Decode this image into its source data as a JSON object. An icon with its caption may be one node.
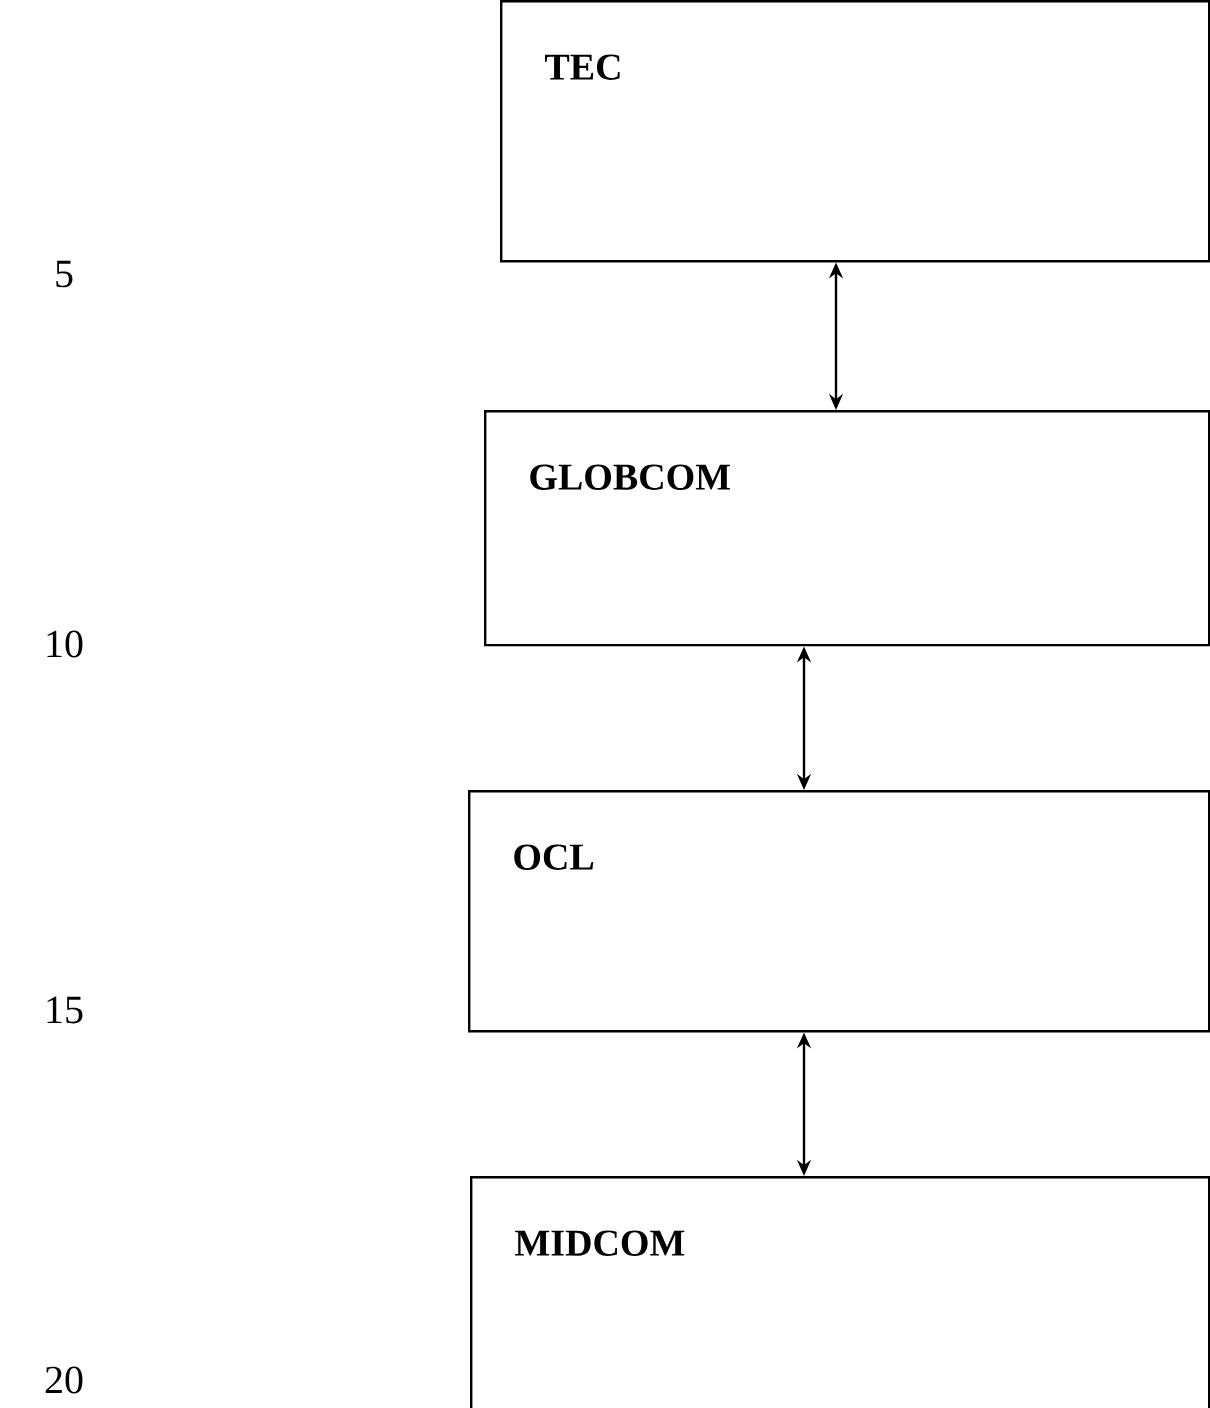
{
  "diagram": {
    "nodes": [
      {
        "text": [
          "TEC"
        ]
      },
      {
        "text": [
          "GLOBCOM"
        ]
      },
      {
        "text": [
          "OCL"
        ]
      },
      {
        "text": [
          "MIDCOM"
        ]
      }
    ],
    "edges": [
      {
        "from": 0,
        "to": 1,
        "arrow": "both"
      },
      {
        "from": 1,
        "to": 2,
        "arrow": "both"
      },
      {
        "from": 2,
        "to": 3,
        "arrow": "both"
      }
    ],
    "labels": [
      "5",
      "10",
      "15",
      "20"
    ]
  }
}
